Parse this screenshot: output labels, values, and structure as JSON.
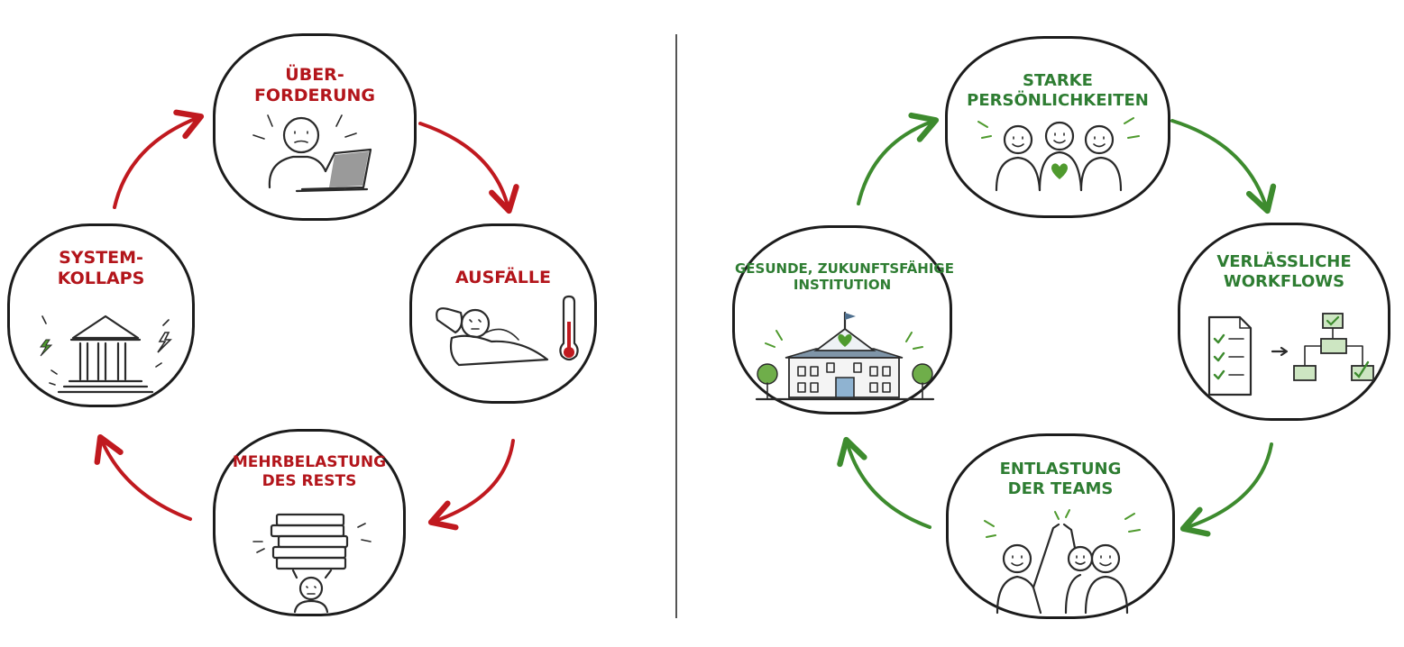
{
  "colors": {
    "negative": "#b3151b",
    "positive": "#2e7d32",
    "outline": "#1c1c1c"
  },
  "negative_cycle": {
    "nodes": [
      {
        "lines": [
          "ÜBER-",
          "FORDERUNG"
        ],
        "icon": "overwhelmed-person-laptop-icon"
      },
      {
        "lines": [
          "AUSFÄLLE"
        ],
        "icon": "sick-in-bed-thermometer-icon"
      },
      {
        "lines": [
          "MEHRBELASTUNG",
          "DES RESTS"
        ],
        "icon": "person-carrying-stack-icon"
      },
      {
        "lines": [
          "SYSTEM-",
          "KOLLAPS"
        ],
        "icon": "collapsing-institution-icon"
      }
    ]
  },
  "positive_cycle": {
    "nodes": [
      {
        "lines": [
          "STARKE",
          "PERSÖNLICHKEITEN"
        ],
        "icon": "three-people-heart-icon"
      },
      {
        "lines": [
          "VERLÄSSLICHE",
          "WORKFLOWS"
        ],
        "icon": "checklist-flowchart-icon"
      },
      {
        "lines": [
          "ENTLASTUNG",
          "DER TEAMS"
        ],
        "icon": "high-five-team-icon"
      },
      {
        "lines": [
          "GESUNDE, ZUKUNFTSFÄHIGE",
          "INSTITUTION"
        ],
        "icon": "healthy-school-building-icon"
      }
    ]
  }
}
